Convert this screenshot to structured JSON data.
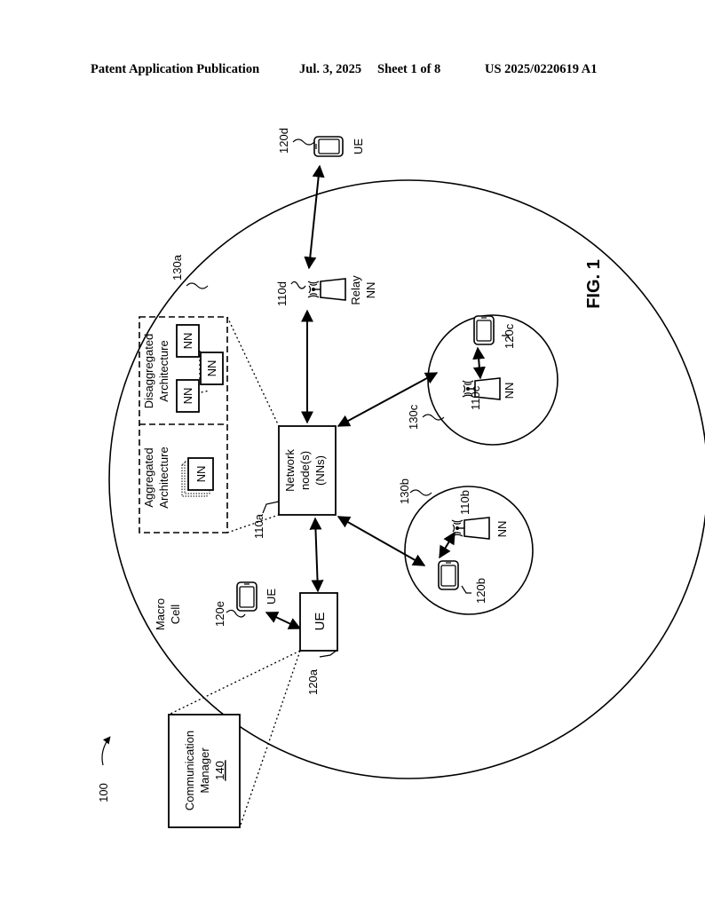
{
  "header": {
    "left": "Patent Application Publication",
    "date": "Jul. 3, 2025",
    "sheet": "Sheet 1 of 8",
    "pub_no": "US 2025/0220619 A1"
  },
  "figure": {
    "label": "FIG. 1",
    "ref": "100"
  },
  "macro_cell": {
    "ref": "130a",
    "label_line1": "Macro",
    "label_line2": "Cell"
  },
  "network_node": {
    "ref": "110a",
    "line1": "Network",
    "line2": "node(s)",
    "line3": "(NNs)"
  },
  "aggregated": {
    "line1": "Aggregated",
    "line2": "Architecture",
    "nn": "NN"
  },
  "disaggregated": {
    "line1": "Disaggregated",
    "line2": "Architecture",
    "nn1": "NN",
    "nn2": "NN",
    "nn3": "NN"
  },
  "relay": {
    "ref": "110d",
    "line1": "Relay",
    "line2": "NN"
  },
  "ue_d": {
    "ref": "120d",
    "label": "UE"
  },
  "ue_a": {
    "ref": "120a",
    "label": "UE"
  },
  "ue_e": {
    "ref": "120e",
    "label": "UE"
  },
  "cell_b": {
    "ref": "130b",
    "nn_ref": "110b",
    "nn_label": "NN",
    "ue_ref": "120b"
  },
  "cell_c": {
    "ref": "130c",
    "nn_ref": "110c",
    "nn_label": "NN",
    "ue_ref": "120c"
  },
  "comm_manager": {
    "line1": "Communication",
    "line2": "Manager",
    "ref": "140"
  },
  "icons": [
    "phone-icon",
    "antenna-icon"
  ]
}
